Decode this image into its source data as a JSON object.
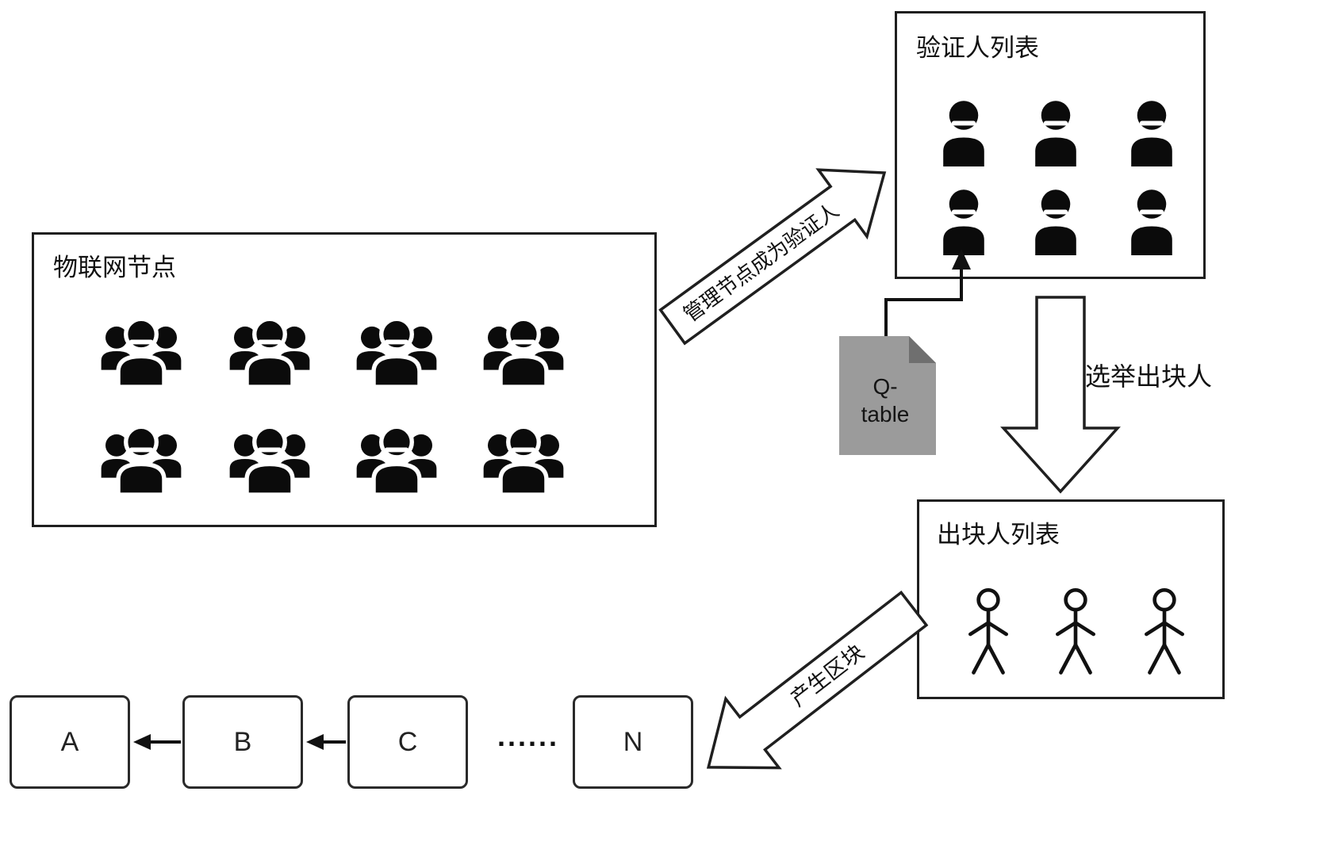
{
  "colors": {
    "stroke": "#1f1f1f",
    "doc_fill": "#9b9b9b",
    "doc_fold": "#6f6f6f"
  },
  "boxes": {
    "iot": {
      "label": "物联网节点"
    },
    "validators": {
      "label": "验证人列表"
    },
    "producers": {
      "label": "出块人列表"
    }
  },
  "arrows": {
    "become_validator": "管理节点成为验证人",
    "elect_producer": "选举出块人",
    "produce_block": "产生区块"
  },
  "qtable": {
    "line1": "Q-",
    "line2": "table"
  },
  "chain": {
    "blocks": [
      "A",
      "B",
      "C",
      "N"
    ],
    "ellipsis": "......"
  }
}
